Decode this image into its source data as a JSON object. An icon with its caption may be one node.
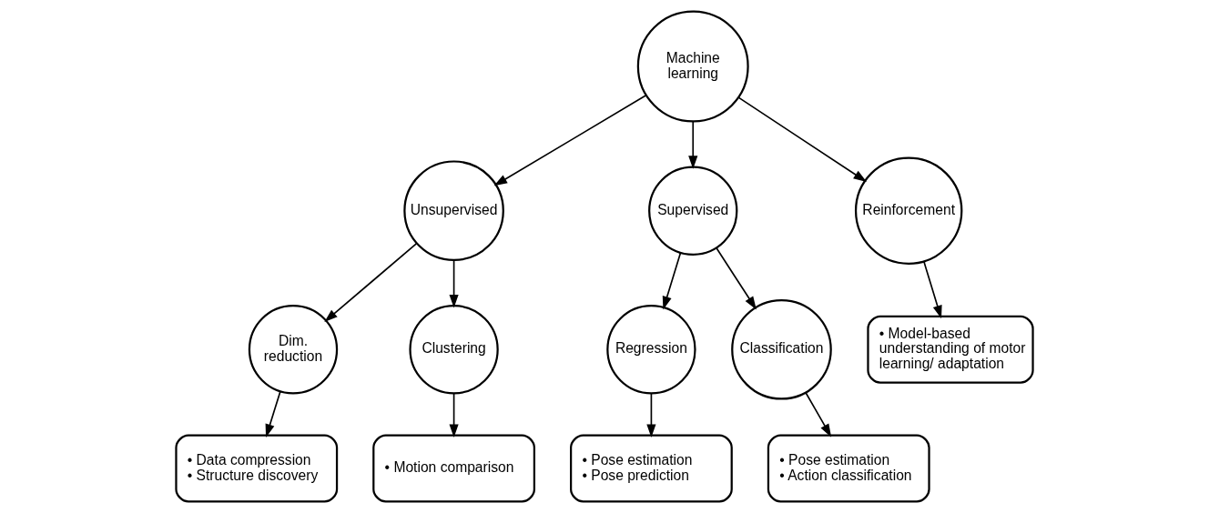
{
  "diagram": {
    "nodes": [
      {
        "text": [
          "Machine learning"
        ]
      },
      {
        "text": [
          "Unsupervised"
        ]
      },
      {
        "text": [
          "Supervised"
        ]
      },
      {
        "text": [
          "Reinforcement"
        ]
      },
      {
        "text": [
          "Dim. reduction"
        ]
      },
      {
        "text": [
          "Clustering"
        ]
      },
      {
        "text": [
          "Regression"
        ]
      },
      {
        "text": [
          "Classification"
        ]
      },
      {
        "text": [
          "• Data compression",
          "• Structure discovery"
        ]
      },
      {
        "text": [
          "• Motion comparison"
        ]
      },
      {
        "text": [
          "• Pose estimation",
          "• Pose prediction"
        ]
      },
      {
        "text": [
          "• Pose estimation",
          "• Action classification"
        ]
      },
      {
        "text": [
          "• Model-based understanding of motor learning/ adaptation"
        ]
      }
    ],
    "edges": [
      {
        "from": 0,
        "to": 1,
        "arrow": "to"
      },
      {
        "from": 0,
        "to": 2,
        "arrow": "to"
      },
      {
        "from": 0,
        "to": 3,
        "arrow": "to"
      },
      {
        "from": 1,
        "to": 4,
        "arrow": "to"
      },
      {
        "from": 1,
        "to": 5,
        "arrow": "to"
      },
      {
        "from": 2,
        "to": 6,
        "arrow": "to"
      },
      {
        "from": 2,
        "to": 7,
        "arrow": "to"
      },
      {
        "from": 3,
        "to": 12,
        "arrow": "to"
      },
      {
        "from": 4,
        "to": 8,
        "arrow": "to"
      },
      {
        "from": 5,
        "to": 9,
        "arrow": "to"
      },
      {
        "from": 6,
        "to": 10,
        "arrow": "to"
      },
      {
        "from": 7,
        "to": 11,
        "arrow": "to"
      }
    ]
  }
}
